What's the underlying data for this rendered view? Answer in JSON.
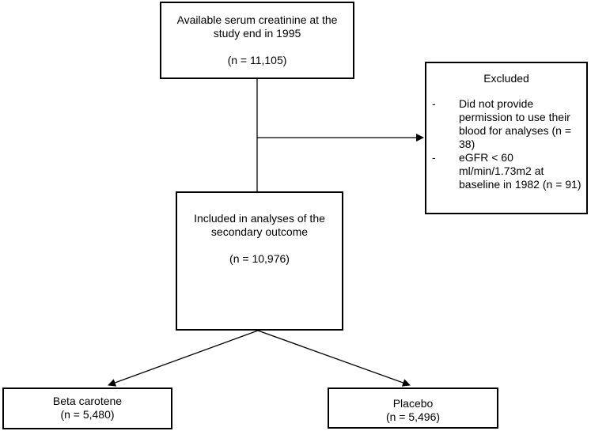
{
  "top_box": {
    "line1": "Available serum creatinine at the",
    "line2": "study end in 1995",
    "count": "(n = 11,105)"
  },
  "excluded_box": {
    "title": "Excluded",
    "items": [
      {
        "marker": "-",
        "text": "Did not provide permission to use their blood for analyses (n = 38)"
      },
      {
        "marker": "-",
        "text": "eGFR < 60 ml/min/1.73m2 at baseline in 1982 (n = 91)"
      }
    ]
  },
  "included_box": {
    "line1": "Included in analyses of the",
    "line2": "secondary outcome",
    "count": "(n = 10,976)"
  },
  "beta_box": {
    "label": "Beta carotene",
    "count": "(n = 5,480)"
  },
  "placebo_box": {
    "label": "Placebo",
    "count": "(n = 5,496)"
  }
}
